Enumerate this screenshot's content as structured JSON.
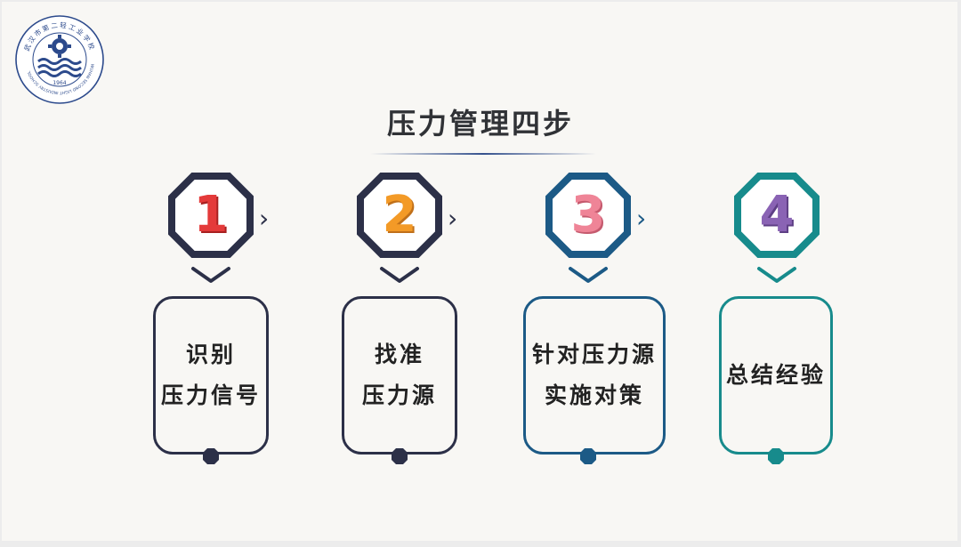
{
  "logo": {
    "text": "武汉市第二轻工业学校",
    "english": "WUHAN SECOND LIGHT INDUSTRY SCHOOL",
    "year": "1964"
  },
  "title": "压力管理四步",
  "colors": {
    "step1": "#2c3048",
    "step2": "#2c3048",
    "step3": "#1c5a86",
    "step4": "#178b8c",
    "digit1": "#e43a3a",
    "digit2": "#f39a27",
    "digit3": "#ef8497",
    "digit4": "#8a63b4"
  },
  "steps": [
    {
      "number": "1",
      "lines": [
        "识别",
        "压力信号"
      ]
    },
    {
      "number": "2",
      "lines": [
        "找准",
        "压力源"
      ]
    },
    {
      "number": "3",
      "lines": [
        "针对压力源",
        "实施对策"
      ]
    },
    {
      "number": "4",
      "lines": [
        "总结经验"
      ]
    }
  ],
  "arrow_glyph": "›"
}
